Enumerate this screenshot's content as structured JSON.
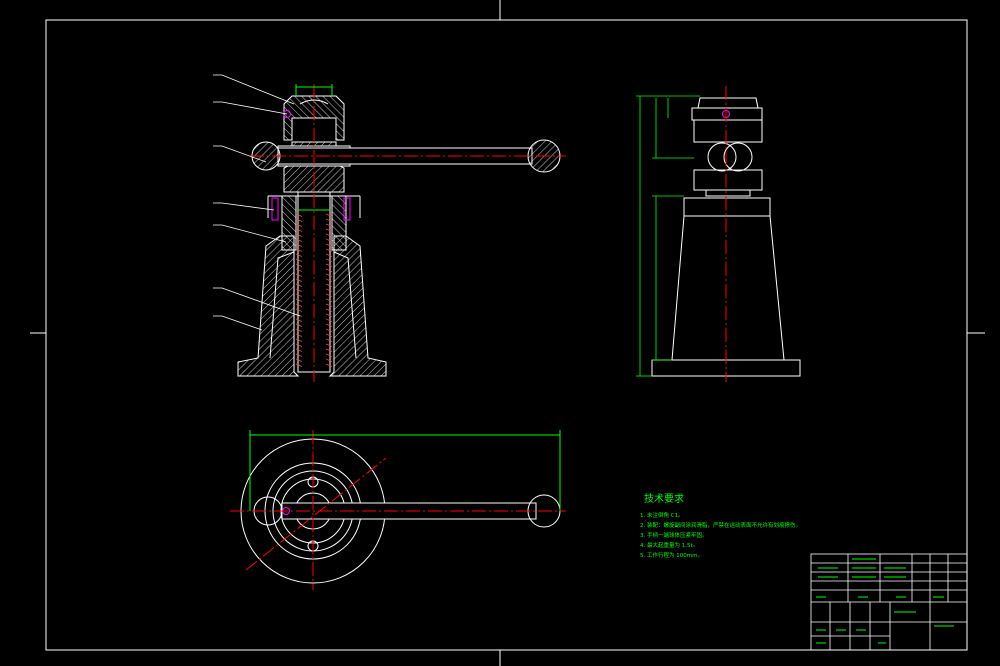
{
  "colors": {
    "background": "#000000",
    "outline": "#ffffff",
    "centerline": "#ff0000",
    "dimension": "#00ff00",
    "accent": "#ff00ff",
    "text_green": "#00ff00"
  },
  "tech_requirements": {
    "title": "技术要求",
    "items": [
      "1. 未注倒角 C1。",
      "2. 装配：螺旋副间涂润滑脂，严禁在运动表面不允许有划痕擦伤。",
      "3. 手柄一端球体压紧牢固。",
      "4. 最大起重量为 1.5t。",
      "5. 工作行程为 100mm。"
    ]
  }
}
